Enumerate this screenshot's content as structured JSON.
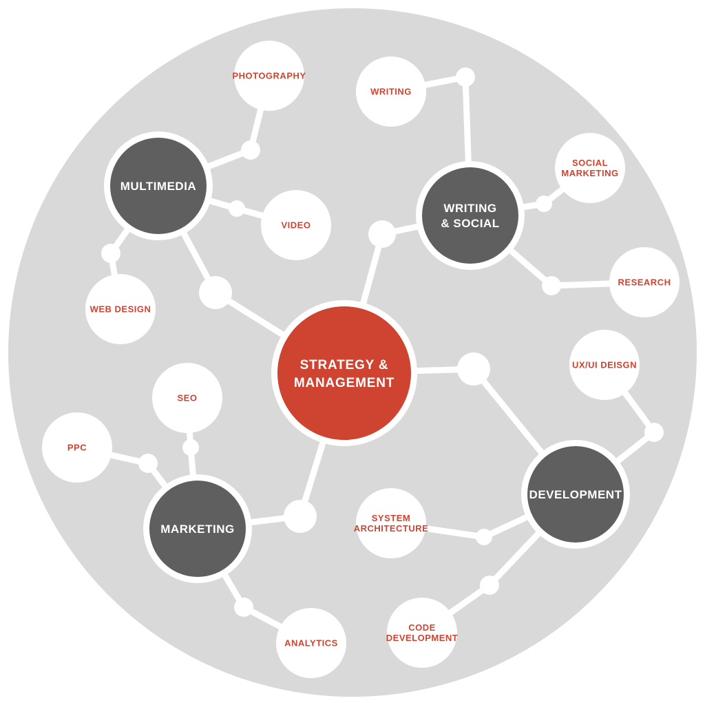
{
  "colors": {
    "background_disc": "#d9d9d9",
    "connector": "#ffffff",
    "hub_fill": "#5f5f5f",
    "core_fill": "#cf4430",
    "leaf_fill": "#ffffff",
    "leaf_text": "#cf4430",
    "hub_text": "#ffffff"
  },
  "core": {
    "lines": [
      "STRATEGY &",
      "MANAGEMENT"
    ]
  },
  "hubs": {
    "multimedia": {
      "lines": [
        "MULTIMEDIA"
      ]
    },
    "writing": {
      "lines": [
        "WRITING",
        "& SOCIAL"
      ]
    },
    "marketing": {
      "lines": [
        "MARKETING"
      ]
    },
    "development": {
      "lines": [
        "DEVELOPMENT"
      ]
    }
  },
  "leaves": {
    "photography": {
      "lines": [
        "PHOTOGRAPHY"
      ]
    },
    "video": {
      "lines": [
        "VIDEO"
      ]
    },
    "web_design": {
      "lines": [
        "WEB DESIGN"
      ]
    },
    "writing": {
      "lines": [
        "WRITING"
      ]
    },
    "social": {
      "lines": [
        "SOCIAL",
        "MARKETING"
      ]
    },
    "research": {
      "lines": [
        "RESEARCH"
      ]
    },
    "seo": {
      "lines": [
        "SEO"
      ]
    },
    "ppc": {
      "lines": [
        "PPC"
      ]
    },
    "analytics": {
      "lines": [
        "ANALYTICS"
      ]
    },
    "uxui": {
      "lines": [
        "UX/UI DEISGN"
      ]
    },
    "system": {
      "lines": [
        "SYSTEM",
        "ARCHITECTURE"
      ]
    },
    "code": {
      "lines": [
        "CODE",
        "DEVELOPMENT"
      ]
    }
  }
}
